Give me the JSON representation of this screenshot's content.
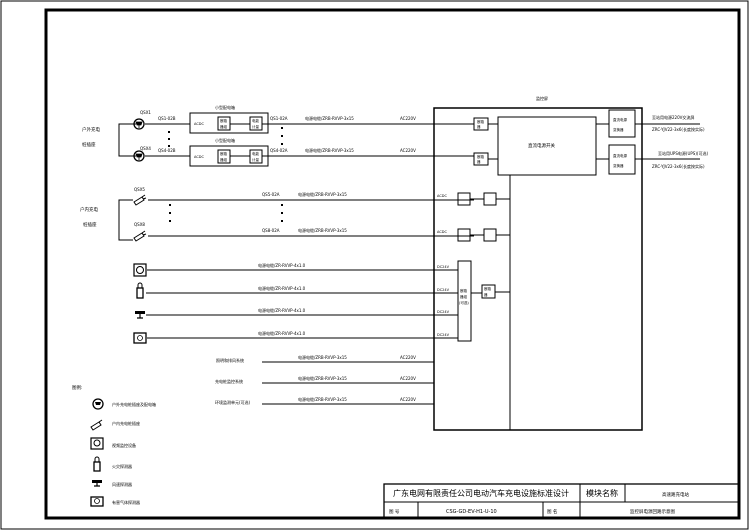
{
  "drawing": {
    "colors": {
      "line": "#000000",
      "paper": "#ffffff"
    },
    "cabinet": {
      "title": "监控屏",
      "main_switch": "直流电源开关",
      "ac_unit": "AC/DC",
      "rectifier": "ACDC",
      "dc_converter_1": [
        "直流电源",
        "变换器"
      ],
      "dc_converter_2": [
        "直流电源",
        "变换器"
      ],
      "breaker": [
        "断路",
        "器"
      ],
      "combined_switch": [
        "断路",
        "器组",
        "(可选)"
      ],
      "mini_breaker": [
        "断路",
        "器"
      ]
    },
    "outdoor_chargers": {
      "group_label": [
        "户外充电",
        "桩插座"
      ],
      "top_id": "QSX1",
      "bottom_id": "QSX4",
      "top_switch": "QS1-02B",
      "bottom_switch": "QS4-02B",
      "box_title": "小型配电箱",
      "box_ac": "ACDC",
      "box_breaker": [
        "断路",
        "器组"
      ],
      "box_meter": [
        "电能",
        "计量"
      ],
      "top_feed": "QS1-02A",
      "bottom_feed": "QS4-02A",
      "cable": "电源电缆/ZRB-RVVP-3x15",
      "voltage": "AC220V"
    },
    "indoor_chargers": {
      "group_label": [
        "户内充电",
        "桩插座"
      ],
      "top_id": "QSX5",
      "bottom_id": "QSX8",
      "top_feed": "QS5-02A",
      "bottom_feed": "QS8-02A",
      "cable": "电源电缆/ZRB-RVVP-3x15",
      "ac_label": "ACDC"
    },
    "dc_loads": [
      {
        "icon": "camera-monitor",
        "cable": "电源电缆/ZR-RVVP-4x1.0",
        "voltage": "DC24V"
      },
      {
        "icon": "fire-detector",
        "cable": "电源电缆/ZR-RVVP-4x1.0",
        "voltage": "DC24V"
      },
      {
        "icon": "wind-detector",
        "cable": "电源电缆/ZR-RVVP-4x1.0",
        "voltage": "DC24V"
      },
      {
        "icon": "gas-detector",
        "cable": "电源电缆/ZR-RVVP-4x1.0",
        "voltage": "DC24V"
      }
    ],
    "ac_loads": [
      {
        "label": "照明和排风系统",
        "cable": "电源电缆/ZRB-RVVP-3x15",
        "voltage": "AC220V"
      },
      {
        "label": "充电桩监控系统",
        "cable": "电源电缆/ZRB-RVVP-3x15",
        "voltage": "AC220V"
      },
      {
        "label": "环境监测单元(可选)",
        "cable": "电源电缆/ZRB-RVVP-3x15",
        "voltage": "AC220V"
      }
    ],
    "outputs": [
      {
        "label": "至站用电源220V交流屏",
        "cable": "ZRC-YJV22-3x6(长度按实际)"
      },
      {
        "label": "至站用UPS电源(UPS)(可选)",
        "cable": "ZRC-YJV22-3x6(长度按实际)"
      }
    ],
    "legend": {
      "title": "图例:",
      "items": [
        {
          "icon": "outdoor-socket",
          "label": "户外充电桩插座及配电箱"
        },
        {
          "icon": "indoor-socket",
          "label": "户内充电桩插座"
        },
        {
          "icon": "camera-monitor",
          "label": "视频监控设备"
        },
        {
          "icon": "fire-detector",
          "label": "火灾探测器"
        },
        {
          "icon": "wind-detector",
          "label": "风速探测器"
        },
        {
          "icon": "gas-detector",
          "label": "有害气体探测器"
        }
      ]
    },
    "title_block": {
      "company": "广东电网有限责任公司电动汽车充电设施标准设计",
      "module_label": "模块名称",
      "module_value": "高速路充电站",
      "number_label": "图  号",
      "number_value": "CSG-GD-EV-H1-U-10",
      "name_label": "图  名",
      "name_value": "监控屏电源回路示意图"
    }
  }
}
